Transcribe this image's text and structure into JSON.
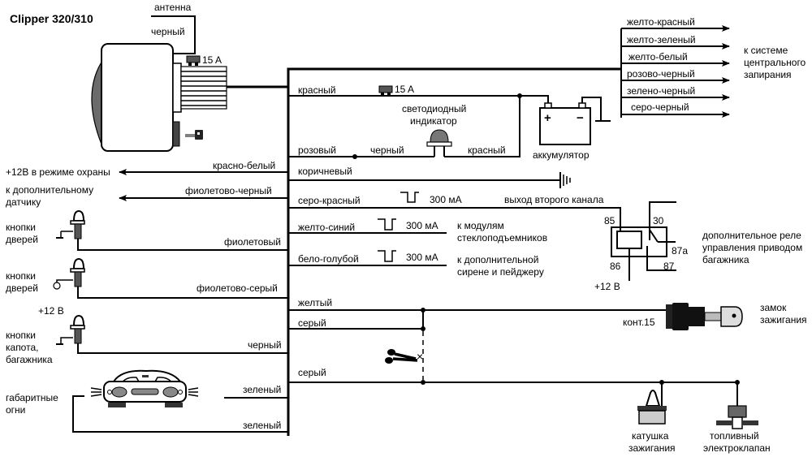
{
  "title": "Clipper  320/310",
  "module": {
    "antenna_label": "антенна",
    "antenna_wire": "черный",
    "fuse_label": "15 A"
  },
  "power": {
    "wire_red": "красный",
    "fuse_label": "15 A",
    "led_label_1": "светодиодный",
    "led_label_2": "индикатор",
    "wire_pink": "розовый",
    "wire_black": "черный",
    "wire_red_2": "красный",
    "battery_label": "аккумулятор",
    "battery_plus": "+",
    "battery_minus": "−"
  },
  "central_lock": {
    "wires": [
      "желто-красный",
      "желто-зеленый",
      "желто-белый",
      "розово-черный",
      "зелено-черный",
      "серо-черный"
    ],
    "target_1": "к системе",
    "target_2": "центрального",
    "target_3": "запирания"
  },
  "right_wires": {
    "brown": "коричневый",
    "grey_red": "серо-красный",
    "grey_red_current": "300 мА",
    "grey_red_target": "выход второго канала",
    "yellow_blue": "желто-синий",
    "yellow_blue_current": "300 мА",
    "yellow_blue_target_1": "к модулям",
    "yellow_blue_target_2": "стеклоподъемников",
    "white_blue": "бело-голубой",
    "white_blue_current": "300 мА",
    "white_blue_target_1": "к дополнительной",
    "white_blue_target_2": "сирене и пейджеру"
  },
  "relay": {
    "pin_85": "85",
    "pin_86": "86",
    "pin_30": "30",
    "pin_87a": "87a",
    "pin_87": "87",
    "supply": "+12 В",
    "desc_1": "дополнительное реле",
    "desc_2": "управления приводом",
    "desc_3": "багажника"
  },
  "left_wires": {
    "red_white": "красно-белый",
    "red_white_target": "+12В в режиме охраны",
    "violet_black": "фиолетово-черный",
    "violet_black_target_1": "к дополнительному",
    "violet_black_target_2": "датчику",
    "violet": "фиолетовый",
    "door_buttons_1_a": "кнопки",
    "door_buttons_1_b": "дверей",
    "violet_grey": "фиолетово-серый",
    "door_buttons_2_a": "кнопки",
    "door_buttons_2_b": "дверей",
    "plus12": "+12 В",
    "black": "черный",
    "hood_a": "кнопки",
    "hood_b": "капота,",
    "hood_c": "багажника",
    "green_1": "зеленый",
    "green_2": "зеленый",
    "parking_a": "габаритные",
    "parking_b": "огни"
  },
  "ignition": {
    "yellow": "желтый",
    "grey_1": "серый",
    "grey_2": "серый",
    "contact": "конт.15",
    "lock_a": "замок",
    "lock_b": "зажигания",
    "coil_a": "катушка",
    "coil_b": "зажигания",
    "valve_a": "топливный",
    "valve_b": "электроклапан"
  }
}
